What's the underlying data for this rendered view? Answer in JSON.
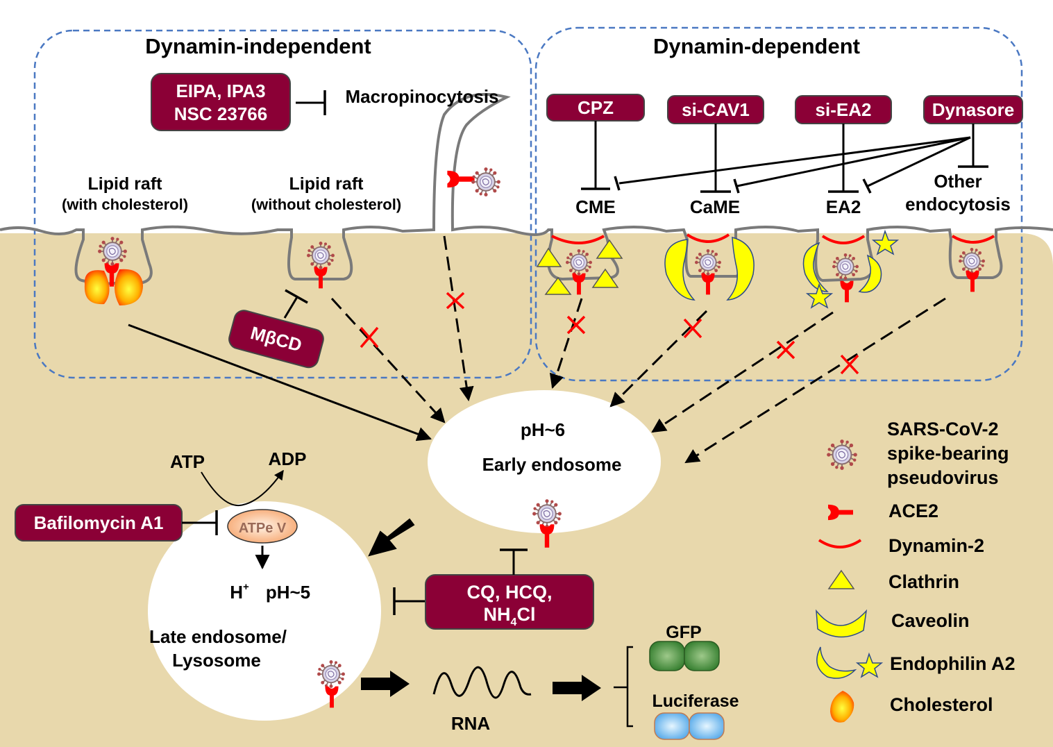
{
  "regions": {
    "dynamin_independent": "Dynamin-independent",
    "dynamin_dependent": "Dynamin-dependent"
  },
  "pathways": {
    "macropinocytosis": "Macropinocytosis",
    "lipid_raft_1": {
      "title": "Lipid raft",
      "sub": "(with cholesterol)"
    },
    "lipid_raft_2": {
      "title": "Lipid raft",
      "sub": "(without cholesterol)"
    },
    "cme": "CME",
    "came": "CaME",
    "ea2": "EA2",
    "other": {
      "line1": "Other",
      "line2": "endocytosis"
    }
  },
  "inhibitors": {
    "eipa": {
      "line1": "EIPA, IPA3",
      "line2": "NSC 23766"
    },
    "cpz": "CPZ",
    "sicav1": "si-CAV1",
    "siea2": "si-EA2",
    "dynasore": "Dynasore",
    "mbcd": "MβCD",
    "bafilomycin": "Bafilomycin A1",
    "cq": {
      "line1": "CQ, HCQ,",
      "line2_main": "NH",
      "line2_sub": "4",
      "line2_end": "Cl"
    }
  },
  "organelles": {
    "early_ph": "pH~6",
    "early_name": "Early endosome",
    "late_h": "H",
    "late_h_sup": "+",
    "late_ph": "pH~5",
    "late_name_1": "Late endosome/",
    "late_name_2": "Lysosome",
    "atpase": "ATPe V",
    "atp": "ATP",
    "adp": "ADP"
  },
  "outputs": {
    "rna": "RNA",
    "gfp": "GFP",
    "luciferase": "Luciferase"
  },
  "legend": {
    "pseudovirus": [
      "SARS-CoV-2",
      "spike-bearing",
      "pseudovirus"
    ],
    "ace2": "ACE2",
    "dynamin2": "Dynamin-2",
    "clathrin": "Clathrin",
    "caveolin": "Caveolin",
    "endophilin": "Endophilin A2",
    "cholesterol": "Cholesterol"
  },
  "colors": {
    "cytoplasm": "#e8d8ac",
    "inhibitor_fill": "#8b0036",
    "dashed_border": "#4a78c2",
    "membrane": "#7a7a7a",
    "ace2": "#ff0000",
    "clathrin": "#ffff00"
  }
}
